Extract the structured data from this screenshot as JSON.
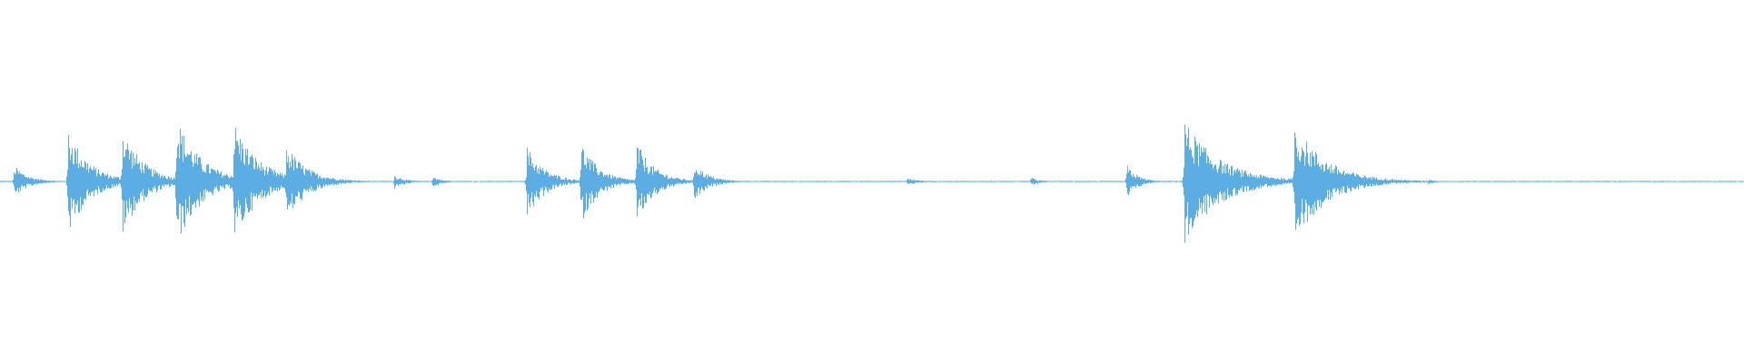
{
  "waveform": {
    "color": "#5aaee3",
    "baseline_amplitude": 0.01,
    "peaks": [
      {
        "t": 0.008,
        "up": 0.25,
        "down": 0.25,
        "decay": 0.008
      },
      {
        "t": 0.039,
        "up": 0.82,
        "down": 0.82,
        "decay": 0.012
      },
      {
        "t": 0.07,
        "up": 0.84,
        "down": 0.84,
        "decay": 0.012
      },
      {
        "t": 0.101,
        "up": 1.0,
        "down": 1.0,
        "decay": 0.014
      },
      {
        "t": 0.134,
        "up": 0.93,
        "down": 0.93,
        "decay": 0.014
      },
      {
        "t": 0.164,
        "up": 0.58,
        "down": 0.62,
        "decay": 0.012
      },
      {
        "t": 0.226,
        "up": 0.1,
        "down": 0.12,
        "decay": 0.006
      },
      {
        "t": 0.248,
        "up": 0.08,
        "down": 0.1,
        "decay": 0.005
      },
      {
        "t": 0.302,
        "up": 0.55,
        "down": 0.58,
        "decay": 0.01
      },
      {
        "t": 0.333,
        "up": 0.61,
        "down": 0.66,
        "decay": 0.01
      },
      {
        "t": 0.365,
        "up": 0.61,
        "down": 0.65,
        "decay": 0.01
      },
      {
        "t": 0.398,
        "up": 0.3,
        "down": 0.32,
        "decay": 0.008
      },
      {
        "t": 0.52,
        "up": 0.06,
        "down": 0.08,
        "decay": 0.006
      },
      {
        "t": 0.591,
        "up": 0.06,
        "down": 0.07,
        "decay": 0.005
      },
      {
        "t": 0.646,
        "up": 0.26,
        "down": 0.28,
        "decay": 0.006
      },
      {
        "t": 0.679,
        "up": 0.95,
        "down": 0.97,
        "decay": 0.02
      },
      {
        "t": 0.742,
        "up": 0.92,
        "down": 0.95,
        "decay": 0.018
      },
      {
        "t": 0.774,
        "up": 0.08,
        "down": 0.09,
        "decay": 0.006
      },
      {
        "t": 0.819,
        "up": 0.04,
        "down": 0.05,
        "decay": 0.004
      }
    ]
  }
}
